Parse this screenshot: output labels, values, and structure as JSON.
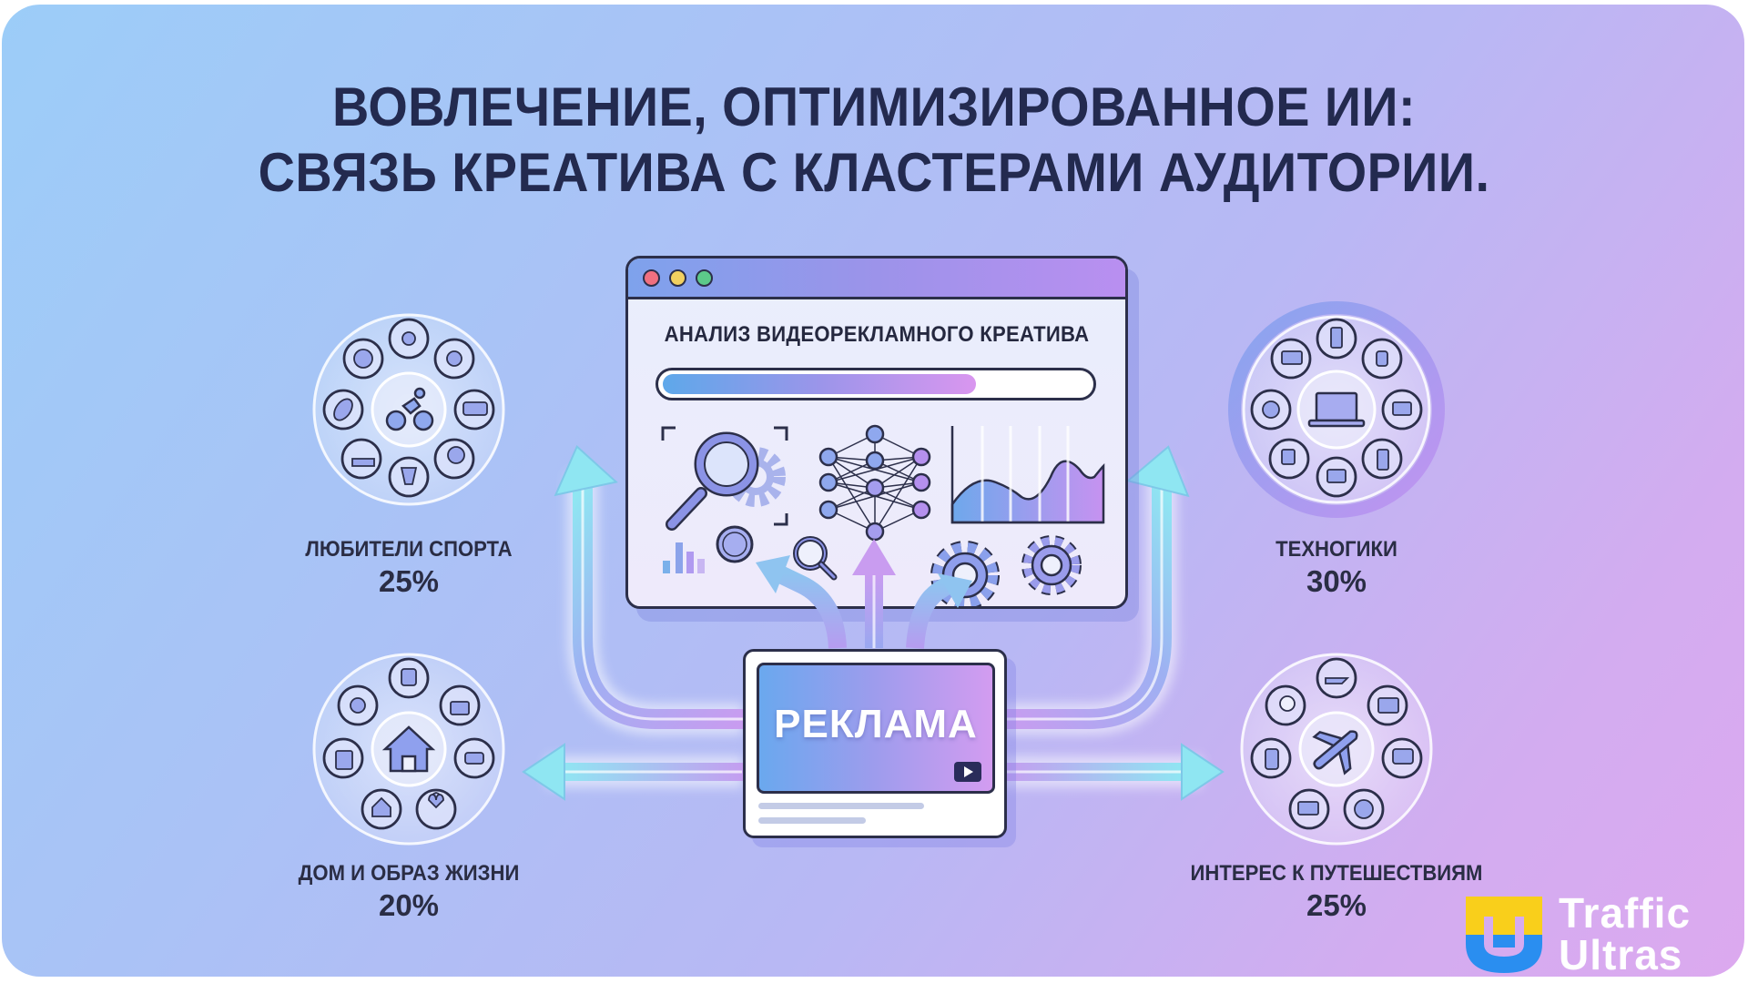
{
  "title": {
    "line1": "ВОВЛЕЧЕНИЕ, ОПТИМИЗИРОВАННОЕ ИИ:",
    "line2": "СВЯЗЬ КРЕАТИВА С КЛАСТЕРАМИ АУДИТОРИИ."
  },
  "analysis_window": {
    "title": "АНАЛИЗ ВИДЕОРЕКЛАМНОГО КРЕАТИВА",
    "progress_percent": 70,
    "window_dots": [
      "#f07080",
      "#f2d060",
      "#5cc98a"
    ],
    "icons": [
      "magnifier-gear-icon",
      "neural-network-icon",
      "area-chart-icon",
      "bar-chart-icon",
      "lens-icon",
      "search-icon",
      "gear-icon",
      "gear-icon"
    ]
  },
  "ad": {
    "label": "РЕКЛАМА",
    "icon": "play-icon"
  },
  "clusters": [
    {
      "id": "sports",
      "label": "ЛЮБИТЕЛИ СПОРТА",
      "percent": "25%",
      "center_icon": "cyclist-icon",
      "satellite_icons": [
        "team-icon",
        "puzzle-icon",
        "scoreboard-icon",
        "racket-icon",
        "trophy-icon",
        "sneaker-icon",
        "rugby-ball-icon",
        "basketball-icon"
      ]
    },
    {
      "id": "tech",
      "label": "ТЕХНОГИКИ",
      "percent": "30%",
      "center_icon": "laptop-icon",
      "satellite_icons": [
        "phone-icon",
        "smartwatch-icon",
        "tablet-icon",
        "smartphone-icon",
        "monitor-icon",
        "devices-icon",
        "gear-chip-icon",
        "laptop-icon"
      ]
    },
    {
      "id": "home",
      "label": "ДОМ И ОБРАЗ ЖИЗНИ",
      "percent": "20%",
      "center_icon": "house-icon",
      "satellite_icons": [
        "clothing-icon",
        "plant-box-icon",
        "sofa-icon",
        "heart-icon",
        "small-house-icon",
        "calendar-icon",
        "family-icon"
      ]
    },
    {
      "id": "travel",
      "label": "ИНТЕРЕС К ПУТЕШЕСТВИЯМ",
      "percent": "25%",
      "center_icon": "airplane-icon",
      "satellite_icons": [
        "airplane-icon",
        "briefcase-icon",
        "camera-icon",
        "globe-icon",
        "tickets-icon",
        "luggage-icon",
        "search-icon"
      ]
    }
  ],
  "brand": {
    "line1": "Traffic",
    "line2": "Ultras",
    "colors": {
      "yellow": "#f9cf1b",
      "blue": "#2a8ef0"
    }
  }
}
